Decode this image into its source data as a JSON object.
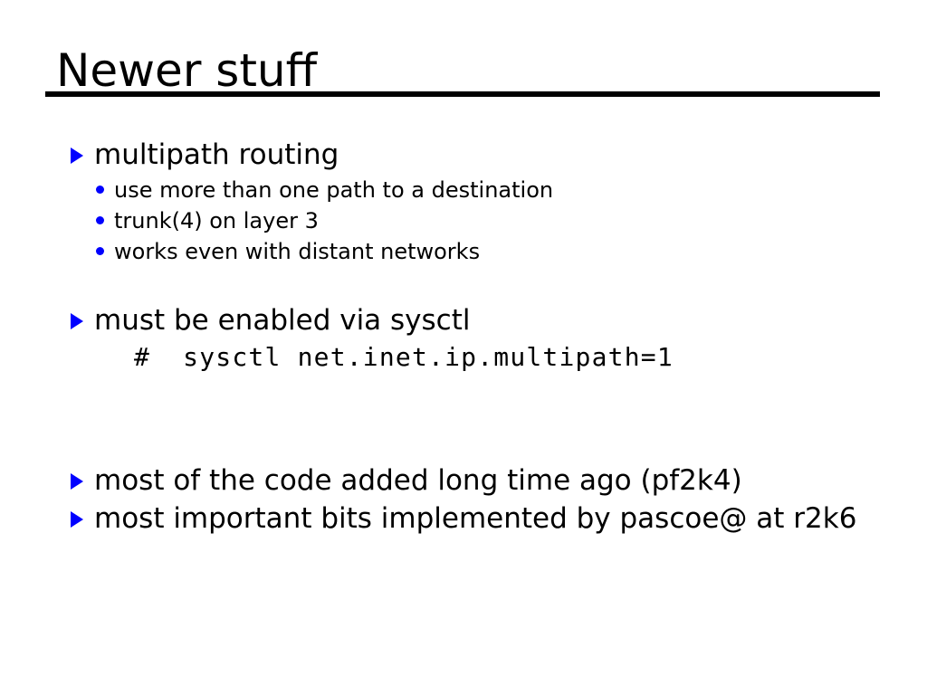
{
  "slide": {
    "title": "Newer stuff",
    "accent_color": "#0000ff",
    "text_color": "#000000",
    "background_color": "#ffffff",
    "rule_color": "#000000"
  },
  "content": {
    "bullets": [
      {
        "id": "multipath",
        "level": 1,
        "marker": "triangle",
        "text": "multipath routing",
        "children": [
          {
            "id": "usemore",
            "level": 2,
            "marker": "dot",
            "text": "use more than one path to a destination"
          },
          {
            "id": "trunk",
            "level": 2,
            "marker": "dot",
            "text": "trunk(4) on layer 3"
          },
          {
            "id": "works",
            "level": 2,
            "marker": "dot",
            "text": "works even with distant networks"
          }
        ]
      },
      {
        "id": "sysctl",
        "level": 1,
        "marker": "triangle",
        "text": "must be enabled via sysctl",
        "code": "#  sysctl net.inet.ip.multipath=1"
      },
      {
        "id": "mostcode",
        "level": 1,
        "marker": "triangle",
        "text": "most of the code added long time ago (pf2k4)"
      },
      {
        "id": "mostimportant",
        "level": 1,
        "marker": "triangle",
        "text": "most important bits implemented by pascoe@ at r2k6"
      }
    ]
  }
}
